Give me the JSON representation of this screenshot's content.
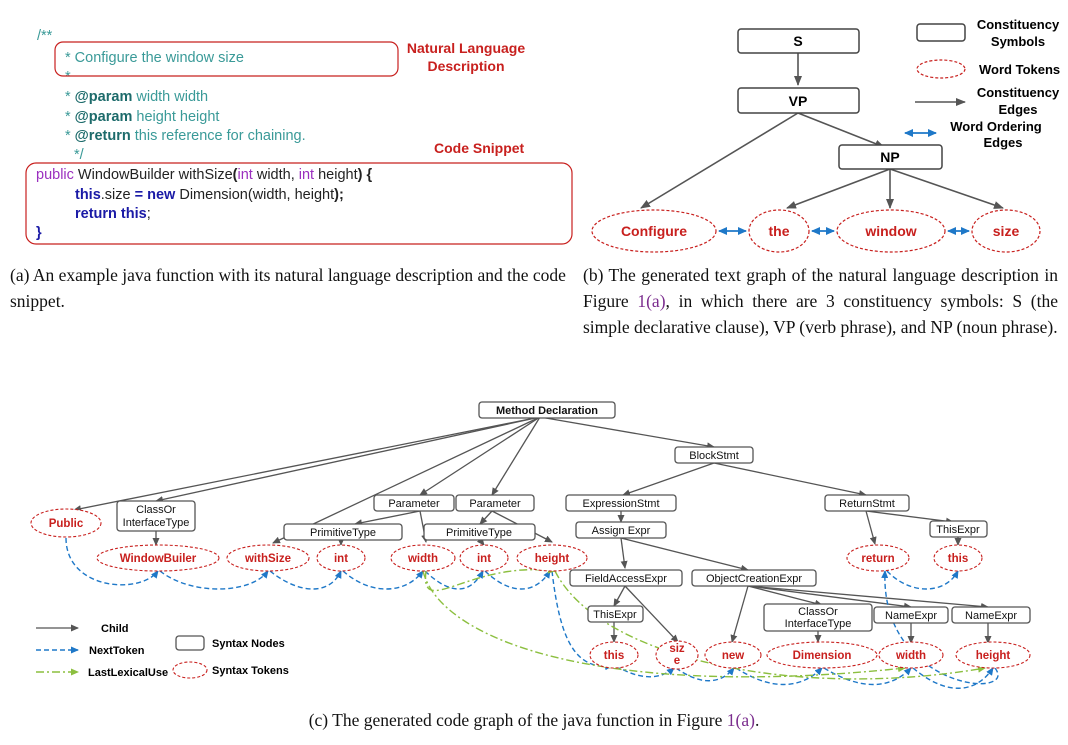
{
  "figure_a": {
    "comment_lines": [
      "/**",
      "* Configure the window size",
      "*",
      "width width",
      "height height",
      "this reference for chaining.",
      "*/"
    ],
    "param_tag": "@param",
    "return_tag": "@return",
    "code_lines": {
      "l1_public": "public",
      "l1_rest": " WindowBuilder withSize",
      "l1_paren": "(",
      "l1_int1": "int",
      "l1_width": " width, ",
      "l1_int2": "int",
      "l1_height": " height",
      "l1_close": ") {",
      "l2_this": "this",
      "l2_size": ".size ",
      "l2_eq": "=",
      "l2_new": " new",
      "l2_dim": " Dimension",
      "l2_args": "(width, height",
      "l2_end": ");",
      "l3_return": "return",
      "l3_this": " this",
      "l3_semi": ";",
      "l4": "}"
    },
    "label_nl": [
      "Natural Language",
      "Description"
    ],
    "label_code": "Code Snippet",
    "caption": "(a)  An example java function with its natural language description and the code snippet."
  },
  "figure_b": {
    "nodes": {
      "s": "S",
      "vp": "VP",
      "np": "NP"
    },
    "tokens": [
      "Configure",
      "the",
      "window",
      "size"
    ],
    "legend": {
      "constituency_symbols": [
        "Constituency",
        "Symbols"
      ],
      "word_tokens": "Word Tokens",
      "constituency_edges": [
        "Constituency",
        "Edges"
      ],
      "word_ordering_edges": [
        "Word Ordering",
        "Edges"
      ]
    },
    "caption_parts": {
      "pre": "(b)  The generated text graph of the natural language description in Figure ",
      "ref": "1(a)",
      "post": ", in which there are 3 constituency symbols: S (the simple declarative clause), VP (verb phrase), and NP (noun phrase)."
    }
  },
  "figure_c": {
    "syntax_nodes": {
      "method_decl": "Method Declaration",
      "block_stmt": "BlockStmt",
      "classor_1": [
        "ClassOr",
        "InterfaceType"
      ],
      "param_1": "Parameter",
      "param_2": "Parameter",
      "prim_1": "PrimitiveType",
      "prim_2": "PrimitiveType",
      "expr_stmt": "ExpressionStmt",
      "assign_expr": "Assign Expr",
      "return_stmt": "ReturnStmt",
      "this_expr_1": "ThisExpr",
      "field_access": "FieldAccessExpr",
      "obj_creation": "ObjectCreationExpr",
      "this_expr_2": "ThisExpr",
      "classor_2": [
        "ClassOr",
        "InterfaceType"
      ],
      "name_expr_1": "NameExpr",
      "name_expr_2": "NameExpr"
    },
    "syntax_tokens": {
      "public": "Public",
      "windowbuiler": "WindowBuiler",
      "withsize": "withSize",
      "int1": "int",
      "width1": "width",
      "int2": "int",
      "height1": "height",
      "return": "return",
      "this1": "this",
      "this2": "this",
      "size": [
        "siz",
        "e"
      ],
      "new": "new",
      "dimension": "Dimension",
      "width2": "width",
      "height2": "height"
    },
    "legend": {
      "child": "Child",
      "next_token": "NextToken",
      "last_lexical_use": "LastLexicalUse",
      "syntax_nodes": "Syntax Nodes",
      "syntax_tokens": "Syntax Tokens"
    },
    "caption_parts": {
      "pre": "(c)  The generated code graph of the java function in Figure ",
      "ref": "1(a)",
      "post": "."
    }
  },
  "colors": {
    "comment": "#3a9a98",
    "keyword_blue": "#1a1aa6",
    "keyword_purple": "#9b2fbf",
    "red_label": "#c8201e",
    "arrow_gray": "#555555",
    "word_order_blue": "#1e78c8",
    "last_use_green": "#8cbf3f"
  }
}
